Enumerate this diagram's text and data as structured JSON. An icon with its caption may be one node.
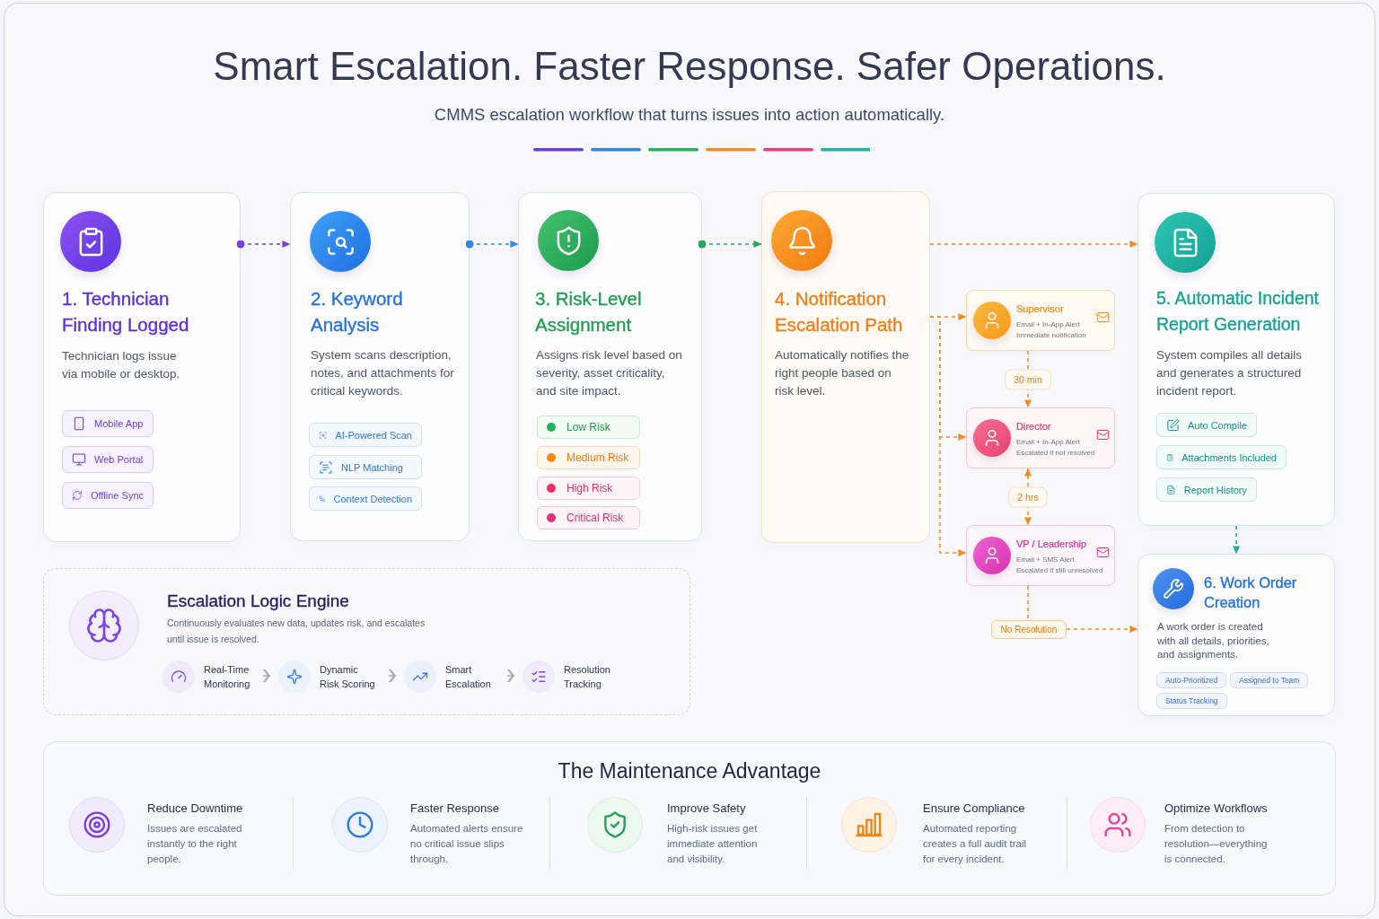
{
  "diagram": {
    "title": "Smart Escalation. Faster Response. Safer Operations.",
    "nodes": [
      {
        "text": [
          "1. Technician Finding Logged",
          "Technician logs issue via mobile or desktop."
        ]
      },
      {
        "text": [
          "Mobile App"
        ],
        "in": 0
      },
      {
        "text": [
          "Web Portal"
        ],
        "in": 0
      },
      {
        "text": [
          "Offline Sync"
        ],
        "in": 0
      },
      {
        "text": [
          "2. Keyword Analysis",
          "System scans description, notes, and attachments for critical keywords."
        ]
      },
      {
        "text": [
          "AI-Powered Scan"
        ],
        "in": 4
      },
      {
        "text": [
          "NLP Matching"
        ],
        "in": 4
      },
      {
        "text": [
          "Context Detection"
        ],
        "in": 4
      },
      {
        "text": [
          "3. Risk-Level Assignment",
          "Assigns risk level based on severity, asset criticality, and site impact."
        ]
      },
      {
        "text": [
          "Low Risk"
        ],
        "in": 8
      },
      {
        "text": [
          "Medium Risk"
        ],
        "in": 8
      },
      {
        "text": [
          "High Risk"
        ],
        "in": 8
      },
      {
        "text": [
          "Critical Risk"
        ],
        "in": 8
      },
      {
        "text": [
          "4. Notification Escalation Path",
          "Automatically notifies the right people based on risk level."
        ]
      },
      {
        "text": [
          "Supervisor",
          "Email + In-App Alert",
          "Immediate notification"
        ]
      },
      {
        "text": [
          "Director",
          "Email + In-App Alert",
          "Escalated if not resolved"
        ]
      },
      {
        "text": [
          "VP / Leadership",
          "Email + SMS Alert",
          "Escalated if still unresolved"
        ]
      },
      {
        "text": [
          "No Resolution"
        ]
      },
      {
        "text": [
          "5. Automatic Incident Report Generation",
          "System compiles all details and generates a structured incident report."
        ]
      },
      {
        "text": [
          "Auto Compile"
        ],
        "in": 18
      },
      {
        "text": [
          "Attachments Included"
        ],
        "in": 18
      },
      {
        "text": [
          "Report History"
        ],
        "in": 18
      },
      {
        "text": [
          "6. Work Order Creation",
          "A work order is created with all details, priorities, and assignments."
        ]
      },
      {
        "text": [
          "Auto-Prioritized"
        ],
        "in": 22
      },
      {
        "text": [
          "Assigned to Team"
        ],
        "in": 22
      },
      {
        "text": [
          "Status Tracking"
        ],
        "in": 22
      },
      {
        "text": [
          "Escalation Logic Engine",
          "Continuously evaluates new data, updates risk, and escalates until issue is resolved."
        ]
      },
      {
        "text": [
          "Real-Time Monitoring"
        ],
        "in": 26
      },
      {
        "text": [
          "Dynamic Risk Scoring"
        ],
        "in": 26
      },
      {
        "text": [
          "Smart Escalation"
        ],
        "in": 26
      },
      {
        "text": [
          "Resolution Tracking"
        ],
        "in": 26
      },
      {
        "text": [
          "The Maintenance Advantage",
          "Reduce Downtime",
          "Issues are escalated instantly to the right people.",
          "Faster Response",
          "Automated alerts ensure no critical issue slips through.",
          "Improve Safety",
          "High-risk issues get immediate attention and visibility.",
          "Ensure Compliance",
          "Automated reporting creates a full audit trail for every incident.",
          "Optimize Workflows",
          "From detection to resolution—everything is connected."
        ]
      }
    ],
    "edges": [
      {
        "from": 0,
        "to": 4,
        "arrow": "to",
        "style": "dashed",
        "color": "#7b3fe4"
      },
      {
        "from": 4,
        "to": 8,
        "arrow": "to",
        "style": "dashed",
        "color": "#2f86eb"
      },
      {
        "from": 8,
        "to": 13,
        "arrow": "to",
        "style": "dashed",
        "color": "#22a957"
      },
      {
        "from": 13,
        "to": 18,
        "arrow": "to",
        "style": "dashed"
      },
      {
        "from": 13,
        "to": 14,
        "arrow": "to",
        "style": "dashed"
      },
      {
        "from": 13,
        "to": 15,
        "arrow": "to",
        "style": "dashed"
      },
      {
        "from": 13,
        "to": 16,
        "arrow": "to",
        "style": "dashed"
      },
      {
        "from": 14,
        "to": 15,
        "arrow": "to",
        "label": "30 min",
        "style": "dashed"
      },
      {
        "from": 15,
        "to": 16,
        "arrow": "both",
        "label": "2 hrs",
        "style": "dashed"
      },
      {
        "from": 16,
        "to": 17,
        "arrow": "none",
        "style": "dashed"
      },
      {
        "from": 17,
        "to": 22,
        "arrow": "to",
        "style": "dashed"
      },
      {
        "from": 18,
        "to": 22,
        "arrow": "to",
        "style": "dashed",
        "color": "#1aaea2"
      },
      {
        "from": 27,
        "to": 28,
        "arrow": "to",
        "color": "#a3a9b8"
      },
      {
        "from": 28,
        "to": 29,
        "arrow": "to",
        "color": "#a3a9b8"
      },
      {
        "from": 29,
        "to": 30,
        "arrow": "to",
        "color": "#a3a9b8"
      }
    ],
    "labels": [
      "CMMS escalation workflow that turns issues into action automatically."
    ]
  }
}
